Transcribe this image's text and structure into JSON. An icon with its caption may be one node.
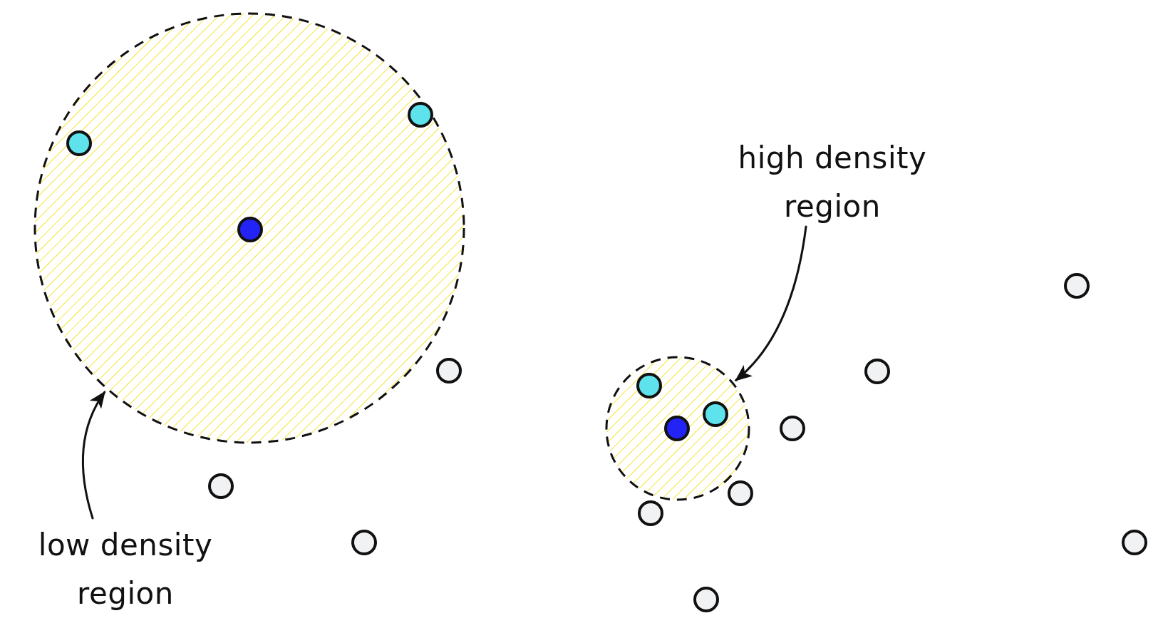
{
  "diagram": {
    "nodes": [
      {
        "text": [],
        "shape": "circle"
      },
      {
        "text": [
          "high density region"
        ]
      },
      {
        "text": [],
        "shape": "circle"
      },
      {
        "text": [
          "low density region"
        ]
      }
    ],
    "edges": [
      {
        "from": 1,
        "to": 2,
        "arrow": "to"
      },
      {
        "from": 3,
        "to": 0,
        "arrow": "to"
      }
    ]
  }
}
